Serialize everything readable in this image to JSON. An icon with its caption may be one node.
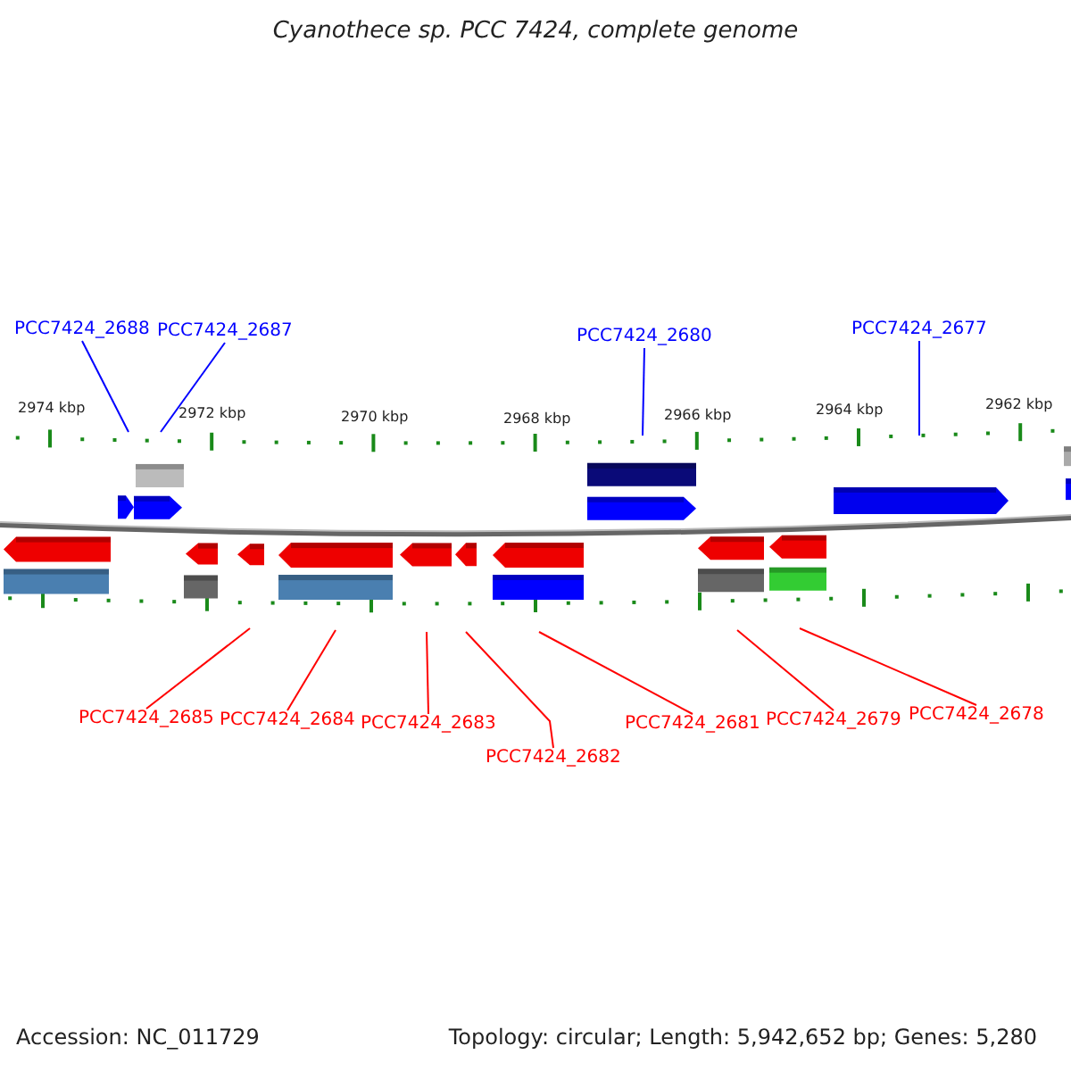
{
  "diagram": {
    "title": "Cyanothece sp. PCC 7424, complete genome",
    "nodes": [
      {
        "text": [
          "PCC7424_2688"
        ]
      },
      {
        "text": [
          "PCC7424_2687"
        ]
      },
      {
        "text": [
          "PCC7424_2680"
        ]
      },
      {
        "text": [
          "PCC7424_2677"
        ]
      },
      {
        "text": [
          "PCC7424_2685"
        ]
      },
      {
        "text": [
          "PCC7424_2684"
        ]
      },
      {
        "text": [
          "PCC7424_2683"
        ]
      },
      {
        "text": [
          "PCC7424_2682"
        ]
      },
      {
        "text": [
          "PCC7424_2681"
        ]
      },
      {
        "text": [
          "PCC7424_2679"
        ]
      },
      {
        "text": [
          "PCC7424_2678"
        ]
      }
    ],
    "edges": [
      {
        "from": 0,
        "to": null,
        "arrow": "none",
        "color": "#0000ff"
      },
      {
        "from": 1,
        "to": null,
        "arrow": "none",
        "color": "#0000ff"
      },
      {
        "from": 2,
        "to": null,
        "arrow": "none",
        "color": "#0000ff"
      },
      {
        "from": 3,
        "to": null,
        "arrow": "none",
        "color": "#0000ff"
      },
      {
        "from": 4,
        "to": null,
        "arrow": "none"
      },
      {
        "from": 5,
        "to": null,
        "arrow": "none"
      },
      {
        "from": 6,
        "to": null,
        "arrow": "none"
      },
      {
        "from": 7,
        "to": null,
        "arrow": "none"
      },
      {
        "from": 8,
        "to": null,
        "arrow": "none"
      },
      {
        "from": 9,
        "to": null,
        "arrow": "none"
      },
      {
        "from": 10,
        "to": null,
        "arrow": "none"
      }
    ],
    "labels": [
      "2974 kbp",
      "2972 kbp",
      "2970 kbp",
      "2968 kbp",
      "2966 kbp",
      "2964 kbp",
      "2962 kbp",
      "Accession: NC_011729",
      "Topology: circular; Length: 5,942,652 bp; Genes: 5,280"
    ]
  }
}
